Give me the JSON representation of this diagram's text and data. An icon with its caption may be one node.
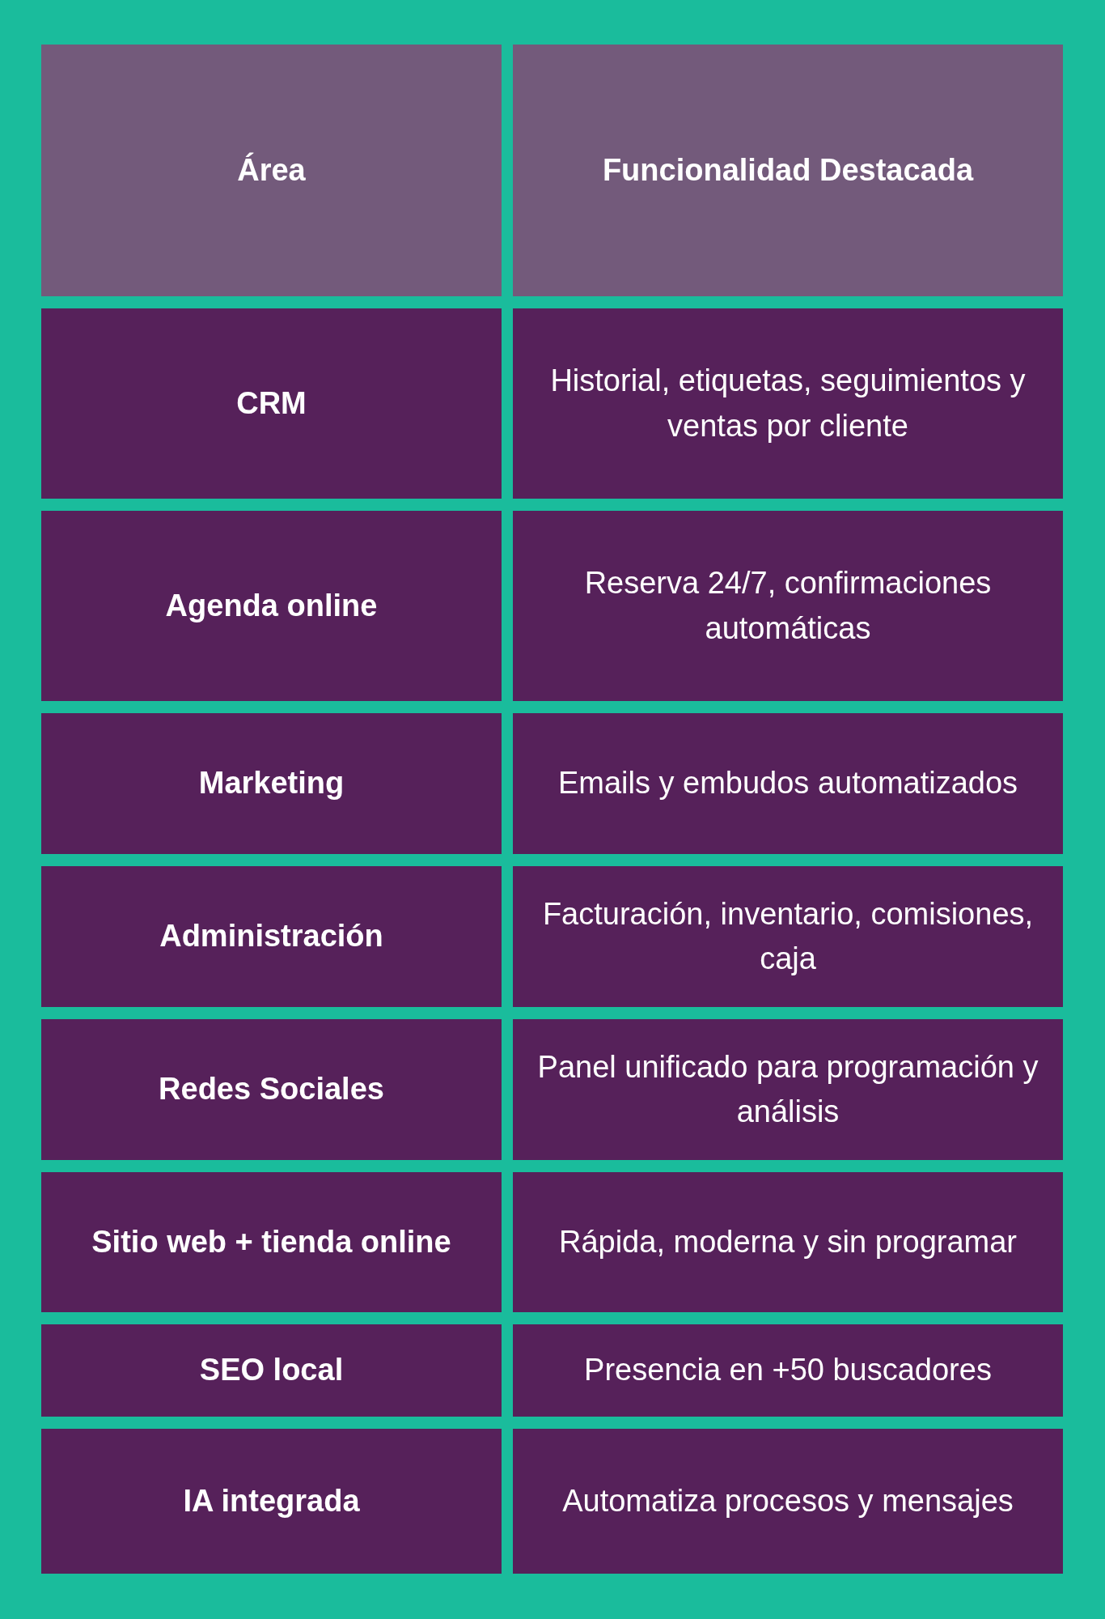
{
  "diagram": {
    "labels": [
      "Área",
      "Funcionalidad Destacada",
      "CRM",
      "Historial, etiquetas, seguimientos y ventas por cliente",
      "Agenda online",
      "Reserva 24/7, confirmaciones automáticas",
      "Marketing",
      "Emails y embudos automatizados",
      "Administración",
      "Facturación, inventario, comisiones, caja",
      "Redes Sociales",
      "Panel unificado para programación y análisis",
      "Sitio web + tienda online",
      "Rápida, moderna y sin programar",
      "SEO local",
      "Presencia en +50 buscadores",
      "IA integrada",
      "Automatiza procesos y mensajes"
    ]
  }
}
